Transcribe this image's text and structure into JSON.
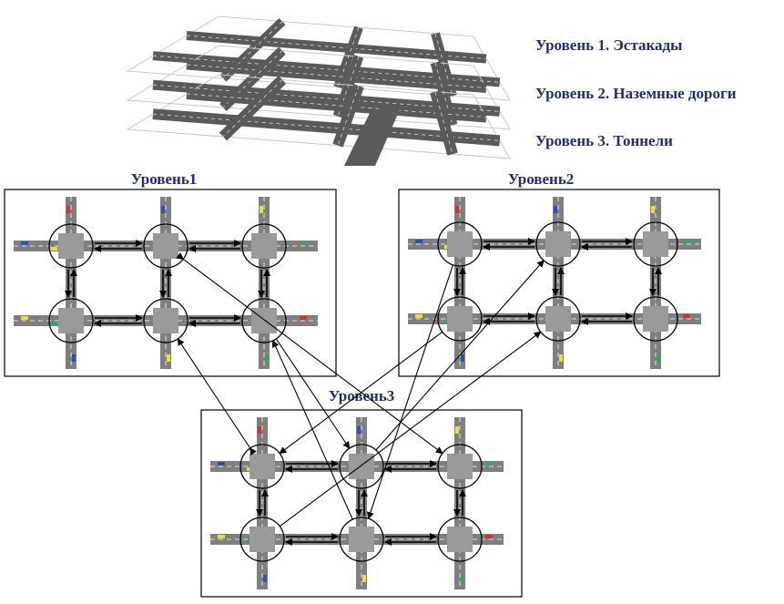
{
  "colors": {
    "label": "#1f2f6b",
    "road": "#7f7f7f",
    "road_dark": "#5a5a5a",
    "lane_mark": "#ffffff",
    "arrow": "#000000",
    "box_border": "#000000",
    "car_red": "#d9302a",
    "car_blue": "#2e4fb8",
    "car_yellow": "#e8e040",
    "car_green": "#3aa35a"
  },
  "legend": {
    "items": [
      {
        "label": "Уровень 1. Эстакады"
      },
      {
        "label": "Уровень 2. Наземные дороги"
      },
      {
        "label": "Уровень 3. Тоннели"
      }
    ]
  },
  "panels": [
    {
      "id": "level1",
      "title": "Уровень1"
    },
    {
      "id": "level2",
      "title": "Уровень2"
    },
    {
      "id": "level3",
      "title": "Уровень3"
    }
  ],
  "grid": {
    "rows": 2,
    "cols": 3
  },
  "icons": {
    "node": "intersection-circle-icon",
    "car": "car-icon",
    "arrow": "arrow-icon"
  }
}
